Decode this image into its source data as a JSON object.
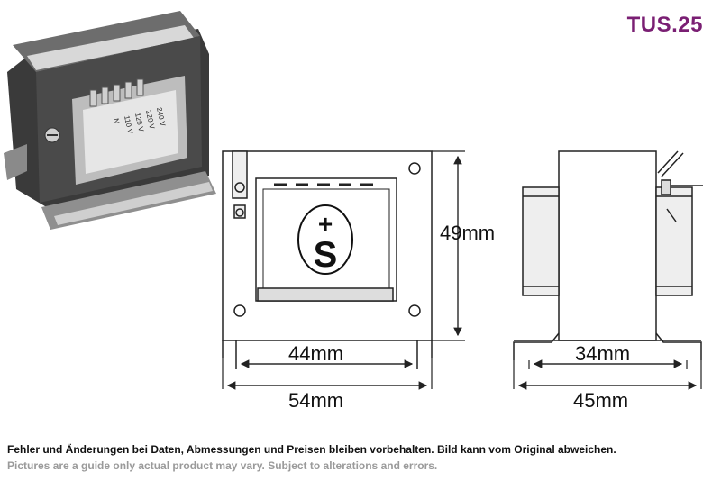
{
  "title": "TUS.25",
  "photo": {
    "voltage_labels": [
      "240 V",
      "220 V",
      "125 V",
      "110 V",
      "N"
    ]
  },
  "front_view": {
    "width_outer": "54mm",
    "width_holes": "44mm",
    "height": "49mm"
  },
  "side_view": {
    "width_outer": "45mm",
    "width_holes": "34mm"
  },
  "logo": {
    "plus": "+",
    "letter": "S"
  },
  "footer": {
    "german": "Fehler und Änderungen bei Daten, Abmessungen und Preisen bleiben vorbehalten. Bild kann vom Original abweichen.",
    "english": "Pictures are a guide only actual product may vary. Subject to alterations and errors."
  }
}
